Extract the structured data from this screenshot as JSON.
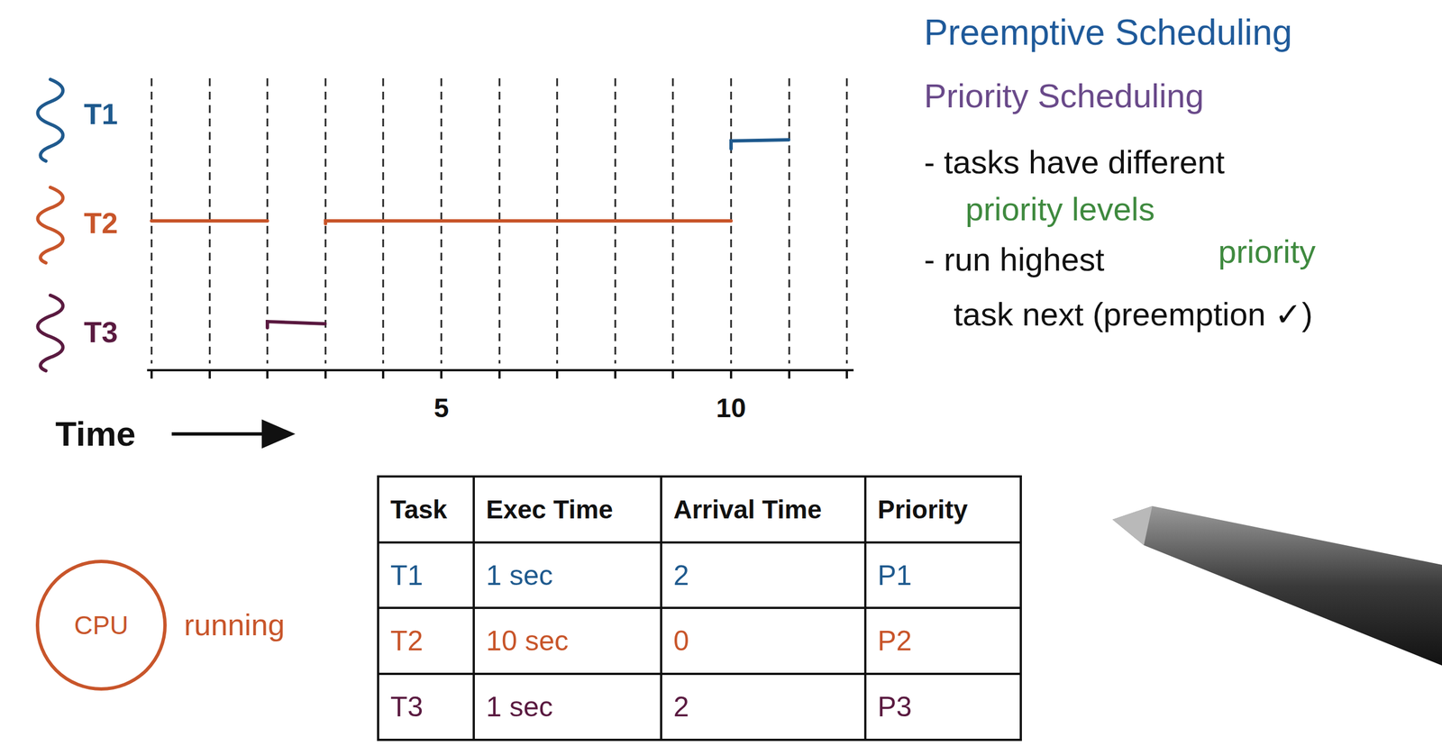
{
  "diagram": {
    "title": "Preemptive Scheduling",
    "nodes": [
      {
        "text": [
          "CPU"
        ]
      }
    ],
    "labels": [
      "T1",
      "T2",
      "T3",
      "5",
      "10",
      "Time",
      "Priority Scheduling",
      "- tasks have different",
      "priority levels",
      "- run highest",
      "priority",
      "task next (preemption ✓)",
      "running",
      "Task",
      "Exec Time",
      "Arrival Time",
      "Priority",
      "T1",
      "1 sec",
      "2",
      "P1",
      "T2",
      "10 sec",
      "0",
      "P2",
      "T3",
      "1 sec",
      "2",
      "P3"
    ]
  }
}
